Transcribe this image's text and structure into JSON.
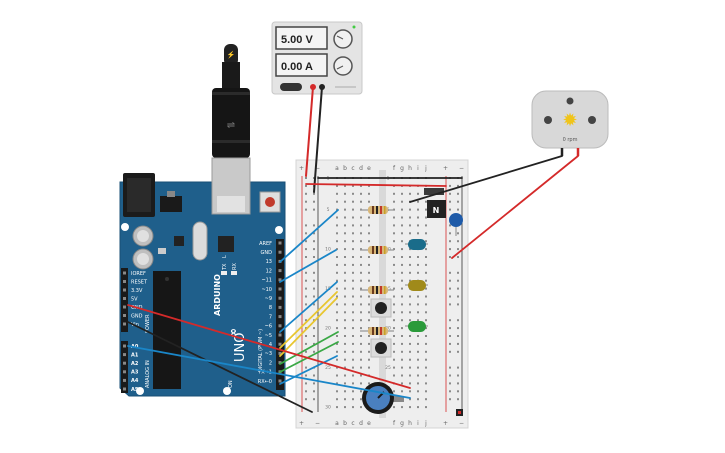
{
  "power_supply": {
    "voltage": "5.00 V",
    "current": "0.00 A"
  },
  "motor": {
    "rpm_label": "0 rpm"
  },
  "breadboard": {
    "columns_left": [
      "a",
      "b",
      "c",
      "d",
      "e"
    ],
    "columns_right": [
      "f",
      "g",
      "h",
      "i",
      "j"
    ],
    "rail_plus": "+",
    "rail_minus": "−",
    "row_numbers": [
      "1",
      "5",
      "10",
      "15",
      "20",
      "25",
      "30"
    ]
  },
  "arduino": {
    "brand": "ARDUINO",
    "model": "UNO",
    "digital_label": "DIGITAL (PWM ~)",
    "analog_label": "ANALOG IN",
    "power_label": "POWER",
    "tx_label": "TX",
    "rx_label": "RX",
    "on_label": "ON",
    "l_label": "L",
    "digital_pins": [
      "AREF",
      "GND",
      "13",
      "12",
      "~11",
      "~10",
      "~9",
      "8",
      "7",
      "~6",
      "~5",
      "4",
      "~3",
      "2",
      "TX→1",
      "RX←0"
    ],
    "power_pins": [
      "IOREF",
      "RESET",
      "3.3V",
      "5V",
      "GND",
      "GND",
      "Vin"
    ],
    "analog_pins": [
      "A0",
      "A1",
      "A2",
      "A3",
      "A4",
      "A5"
    ]
  },
  "transistor": {
    "label": "N"
  },
  "colors": {
    "arduino_blue": "#1f5f8b",
    "wire_red": "#d42a2a",
    "wire_black": "#222222",
    "wire_blue": "#1a86c8",
    "wire_yellow": "#e8c630",
    "wire_green": "#3aa845",
    "led_blue": "#1a6c8a",
    "led_yellow": "#a08a1a",
    "led_green": "#2a9a3a"
  }
}
